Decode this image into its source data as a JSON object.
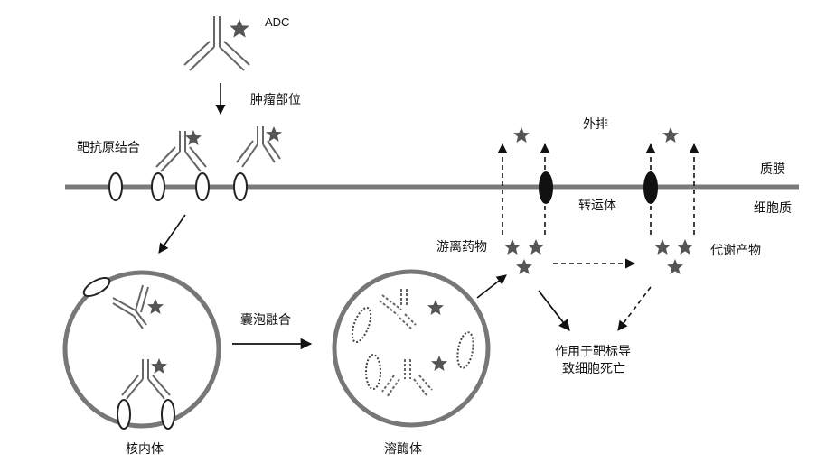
{
  "labels": {
    "adc": "ADC",
    "tumor_site": "肿瘤部位",
    "antigen_binding": "靶抗原结合",
    "efflux": "外排",
    "membrane": "质膜",
    "transporter": "转运体",
    "cytoplasm": "细胞质",
    "free_drug": "游离药物",
    "metabolite": "代谢产物",
    "vesicle_fusion": "囊泡融合",
    "effect_line1": "作用于靶标导",
    "effect_line2": "致细胞死亡",
    "endosome": "核内体",
    "lysosome": "溶酶体"
  },
  "colors": {
    "membrane": "#7a7a7a",
    "ink": "#111111",
    "star": "#555555",
    "antibody": "#666666"
  },
  "icons": {
    "payload": "star-icon",
    "antigen": "oval-receptor-icon",
    "transporter": "black-ellipse-icon"
  }
}
